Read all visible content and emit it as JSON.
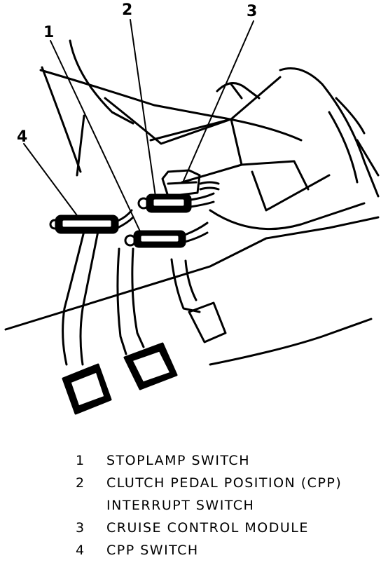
{
  "callouts": {
    "c1": "1",
    "c2": "2",
    "c3": "3",
    "c4": "4"
  },
  "legend": [
    {
      "num": "1",
      "text": "STOPLAMP SWITCH"
    },
    {
      "num": "2",
      "text": "CLUTCH PEDAL POSITION (CPP)",
      "text2": "INTERRUPT SWITCH"
    },
    {
      "num": "3",
      "text": "CRUISE CONTROL MODULE"
    },
    {
      "num": "4",
      "text": "CPP SWITCH"
    }
  ]
}
